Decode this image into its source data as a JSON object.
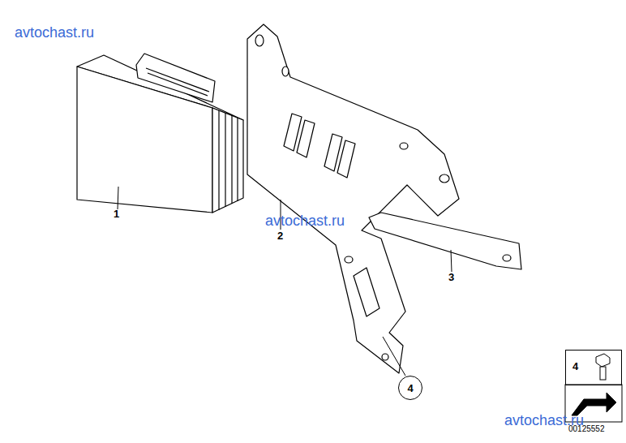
{
  "diagram": {
    "nodes": [
      {
        "text": [
          "4"
        ]
      },
      {
        "text": [
          "4"
        ]
      }
    ],
    "labels": [
      "avtochast.ru",
      "1",
      "avtochast.ru",
      "2",
      "3",
      "avtochast.ru",
      "00125552"
    ]
  }
}
